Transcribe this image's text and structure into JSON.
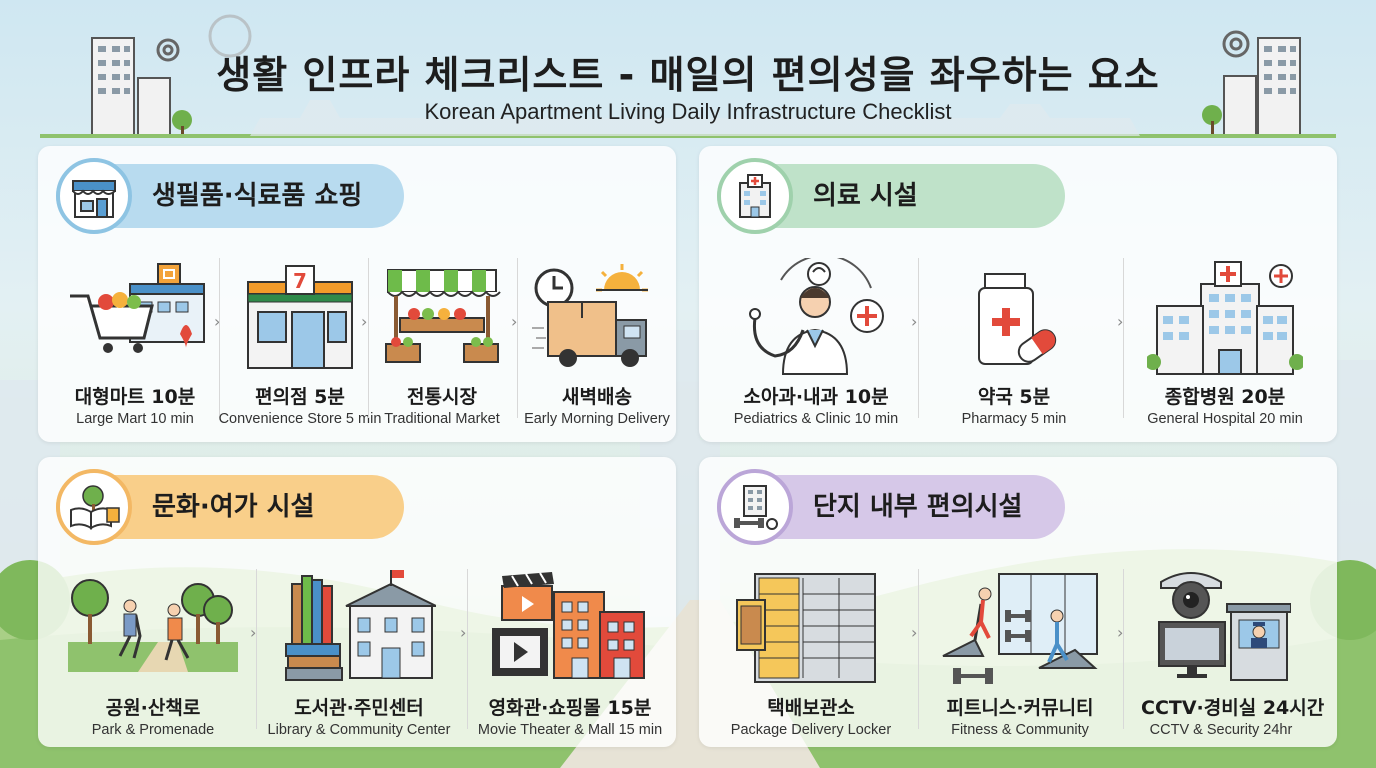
{
  "header": {
    "title": "생활 인프라 체크리스트 - 매일의 편의성을 좌우하는 요소",
    "subtitle": "Korean Apartment Living Daily Infrastructure Checklist"
  },
  "sections": [
    {
      "title": "생필품·식료품 쇼핑",
      "icon": "store-icon",
      "color": "#b8dbef",
      "items": [
        {
          "ko": "대형마트 10분",
          "en": "Large Mart 10 min",
          "icon": "shopping-cart-mart-icon"
        },
        {
          "ko": "편의점 5분",
          "en": "Convenience Store 5 min",
          "icon": "convenience-store-icon"
        },
        {
          "ko": "전통시장",
          "en": "Traditional Market",
          "icon": "market-stall-icon"
        },
        {
          "ko": "새벽배송",
          "en": "Early Morning Delivery",
          "icon": "delivery-truck-icon"
        }
      ]
    },
    {
      "title": "의료 시설",
      "icon": "hospital-icon",
      "color": "#bfe2c9",
      "items": [
        {
          "ko": "소아과·내과 10분",
          "en": "Pediatrics & Clinic 10 min",
          "icon": "doctor-icon"
        },
        {
          "ko": "약국 5분",
          "en": "Pharmacy 5 min",
          "icon": "pharmacy-icon"
        },
        {
          "ko": "종합병원 20분",
          "en": "General Hospital 20 min",
          "icon": "general-hospital-icon"
        }
      ]
    },
    {
      "title": "문화·여가 시설",
      "icon": "book-tree-icon",
      "color": "#f9cf8a",
      "items": [
        {
          "ko": "공원·산책로",
          "en": "Park & Promenade",
          "icon": "park-icon"
        },
        {
          "ko": "도서관·주민센터",
          "en": "Library & Community Center",
          "icon": "library-icon"
        },
        {
          "ko": "영화관·쇼핑몰 15분",
          "en": "Movie Theater & Mall 15 min",
          "icon": "movie-mall-icon"
        }
      ]
    },
    {
      "title": "단지 내부 편의시설",
      "icon": "apartment-gym-icon",
      "color": "#d6c8e8",
      "items": [
        {
          "ko": "택배보관소",
          "en": "Package Delivery Locker",
          "icon": "locker-icon"
        },
        {
          "ko": "피트니스·커뮤니티",
          "en": "Fitness & Community",
          "icon": "fitness-icon"
        },
        {
          "ko": "CCTV·경비실 24시간",
          "en": "CCTV & Security 24hr",
          "icon": "cctv-icon"
        }
      ]
    }
  ],
  "separator_glyph": "›"
}
